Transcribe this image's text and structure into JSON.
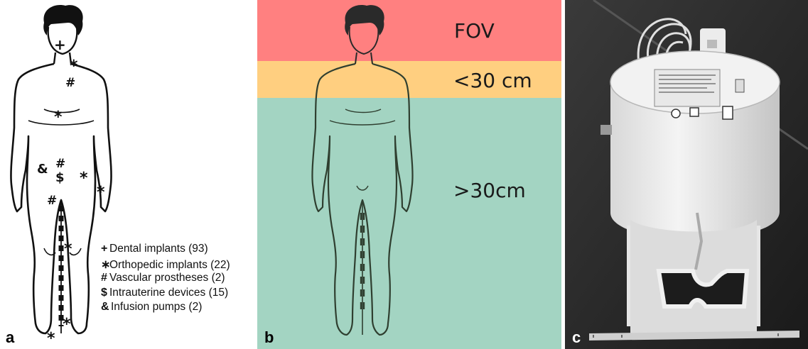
{
  "panels": {
    "a": {
      "letter": "a",
      "legend": [
        {
          "symbol": "+",
          "text": "Dental implants (93)"
        },
        {
          "symbol": "∗",
          "text": "Orthopedic implants (22)"
        },
        {
          "symbol": "#",
          "text": "Vascular prostheses (2)"
        },
        {
          "symbol": "$",
          "text": "Intrauterine devices (15)"
        },
        {
          "symbol": "&",
          "text": "Infusion pumps (2)"
        }
      ],
      "markers": {
        "plus": "+",
        "star": "*",
        "hash": "#",
        "dollar": "$",
        "amp": "&"
      }
    },
    "b": {
      "letter": "b",
      "zones": [
        {
          "label": "FOV",
          "color": "#ff8080"
        },
        {
          "label": "<30 cm",
          "color": "#ffcf80"
        },
        {
          "label": ">30cm",
          "color": "#a3d4c2"
        }
      ]
    },
    "c": {
      "letter": "c"
    }
  }
}
